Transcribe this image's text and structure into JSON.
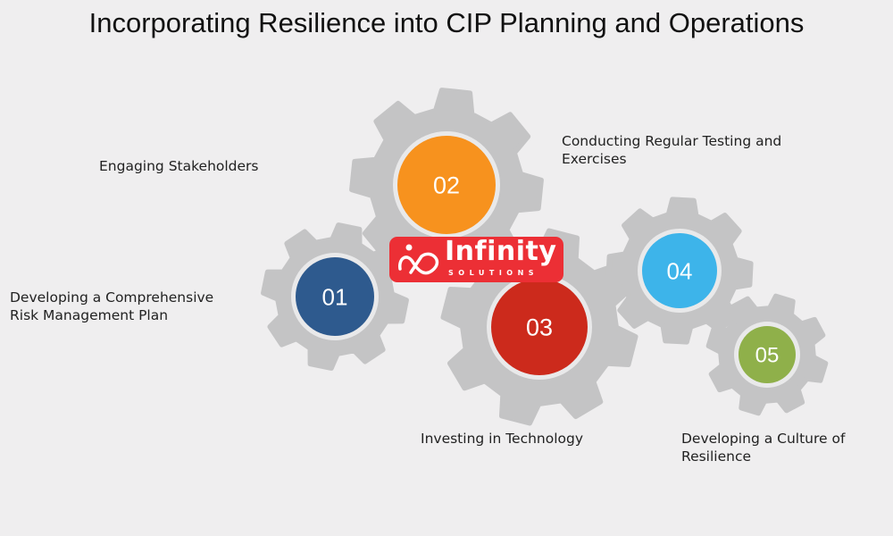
{
  "title": "Incorporating Resilience into CIP Planning and Operations",
  "gear_color": "#c4c4c5",
  "ring_color": "#e9e9ea",
  "steps": [
    {
      "number": "01",
      "label_lines": [
        "Developing a Comprehensive",
        "Risk Management Plan"
      ],
      "color": "#2e5a8e"
    },
    {
      "number": "02",
      "label_lines": [
        "Engaging Stakeholders"
      ],
      "color": "#f7921e"
    },
    {
      "number": "03",
      "label_lines": [
        "Investing in Technology"
      ],
      "color": "#cc2a1c"
    },
    {
      "number": "04",
      "label_lines": [
        "Conducting Regular Testing and",
        "Exercises"
      ],
      "color": "#3db4ea"
    },
    {
      "number": "05",
      "label_lines": [
        "Developing a Culture of",
        "Resilience"
      ],
      "color": "#8fb04a"
    }
  ],
  "logo": {
    "name": "Infinity",
    "sub": "SOLUTIONS",
    "color": "#ec2f35"
  }
}
